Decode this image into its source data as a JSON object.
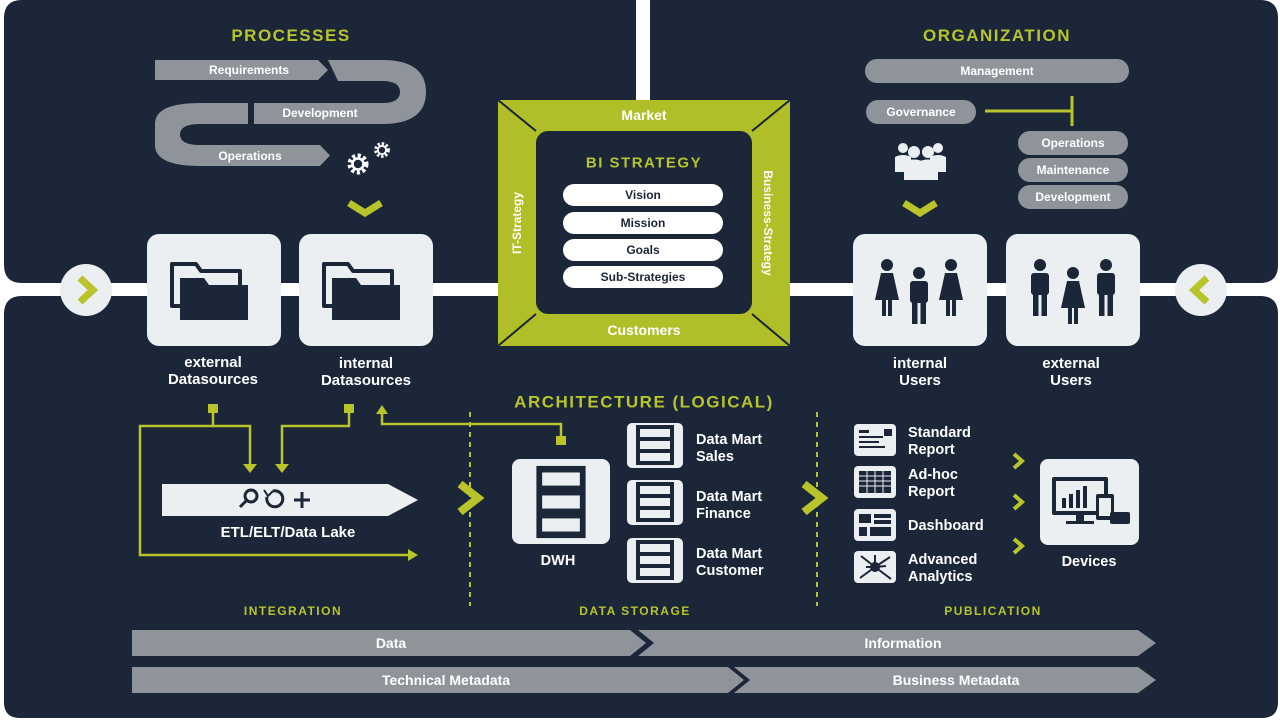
{
  "processes": {
    "title": "PROCESSES",
    "steps": [
      "Requirements",
      "Development",
      "Operations"
    ]
  },
  "organization": {
    "title": "ORGANIZATION",
    "management": "Management",
    "governance": "Governance",
    "roles": [
      "Operations",
      "Maintenance",
      "Development"
    ]
  },
  "strategy": {
    "market": "Market",
    "customers": "Customers",
    "it_strategy": "IT-Strategy",
    "business_strategy": "Business-Strategy",
    "title": "BI STRATEGY",
    "items": [
      "Vision",
      "Mission",
      "Goals",
      "Sub-Strategies"
    ]
  },
  "sources": {
    "external": "external\nDatasources",
    "internal": "internal\nDatasources"
  },
  "users": {
    "internal": "internal\nUsers",
    "external": "external\nUsers"
  },
  "architecture": {
    "title": "ARCHITECTURE (LOGICAL)",
    "etl": "ETL/ELT/Data Lake",
    "dwh": "DWH",
    "data_marts": [
      "Data Mart\nSales",
      "Data Mart\nFinance",
      "Data Mart\nCustomer"
    ],
    "publications": [
      "Standard\nReport",
      "Ad-hoc\nReport",
      "Dashboard",
      "Advanced\nAnalytics"
    ],
    "devices": "Devices"
  },
  "sections": {
    "integration": "INTEGRATION",
    "data_storage": "DATA STORAGE",
    "publication": "PUBLICATION"
  },
  "bars": {
    "data": "Data",
    "information": "Information",
    "technical_metadata": "Technical Metadata",
    "business_metadata": "Business Metadata"
  },
  "colors": {
    "background": "#1b2638",
    "accent": "#b8c42a",
    "pill": "#8f939a",
    "box": "#eceff2"
  }
}
